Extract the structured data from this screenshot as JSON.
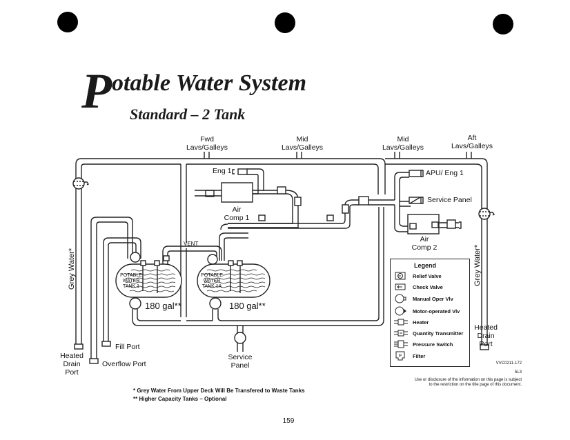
{
  "header": {
    "title_initial": "P",
    "title_rest": "otable Water System",
    "subtitle": "Standard – 2 Tank"
  },
  "outlets": {
    "fwd": [
      "Fwd",
      "Lavs/Galleys"
    ],
    "mid1": [
      "Mid",
      "Lavs/Galleys"
    ],
    "mid2": [
      "Mid",
      "Lavs/Galleys"
    ],
    "aft": [
      "Aft",
      "Lavs/Galleys"
    ]
  },
  "components": {
    "eng1": "Eng 1",
    "air_comp1": [
      "Air",
      "Comp 1"
    ],
    "apu_eng1": "APU/ Eng 1",
    "service_panel_right": "Service Panel",
    "air_comp2": [
      "Air",
      "Comp 2"
    ],
    "vent": "VENT",
    "tank1": [
      "POTABLE",
      "WATER",
      "TANK 1"
    ],
    "tank1a": [
      "POTABLE",
      "WATER",
      "TANK 1A"
    ],
    "tank1_capacity": "180 gal**",
    "tank1a_capacity": "180 gal**",
    "grey_water_left": "Grey Water*",
    "grey_water_right": "Grey Water*",
    "heated_drain_left": [
      "Heated",
      "Drain",
      "Port"
    ],
    "heated_drain_right": [
      "Heated",
      "Drain",
      "Port"
    ],
    "fill_port": "Fill Port",
    "overflow_port": "Overflow Port",
    "service_panel_bottom": [
      "Service",
      "Panel"
    ]
  },
  "legend": {
    "title": "Legend",
    "items": [
      {
        "icon": "relief-valve-icon",
        "label": "Relief Valve"
      },
      {
        "icon": "check-valve-icon",
        "label": "Check Valve"
      },
      {
        "icon": "manual-valve-icon",
        "label": "Manual Oper Vlv"
      },
      {
        "icon": "motor-valve-icon",
        "label": "Motor-operated Vlv"
      },
      {
        "icon": "heater-icon",
        "label": "Heater"
      },
      {
        "icon": "quantity-transmitter-icon",
        "label": "Quantity Transmitter"
      },
      {
        "icon": "pressure-switch-icon",
        "label": "Pressure Switch"
      },
      {
        "icon": "filter-icon",
        "label": "Filter"
      }
    ]
  },
  "footnotes": {
    "note1": "* Grey Water From Upper Deck Will Be Transfered to Waste Tanks",
    "note2": "** Higher Capacity Tanks – Optional"
  },
  "meta": {
    "doc_code": "VVC0211-172",
    "doc_ref": "5L3",
    "disclosure": [
      "Use or disclosure of the information on this page is subject",
      "to the restriction on the title page of this document."
    ],
    "page_number": "159"
  }
}
